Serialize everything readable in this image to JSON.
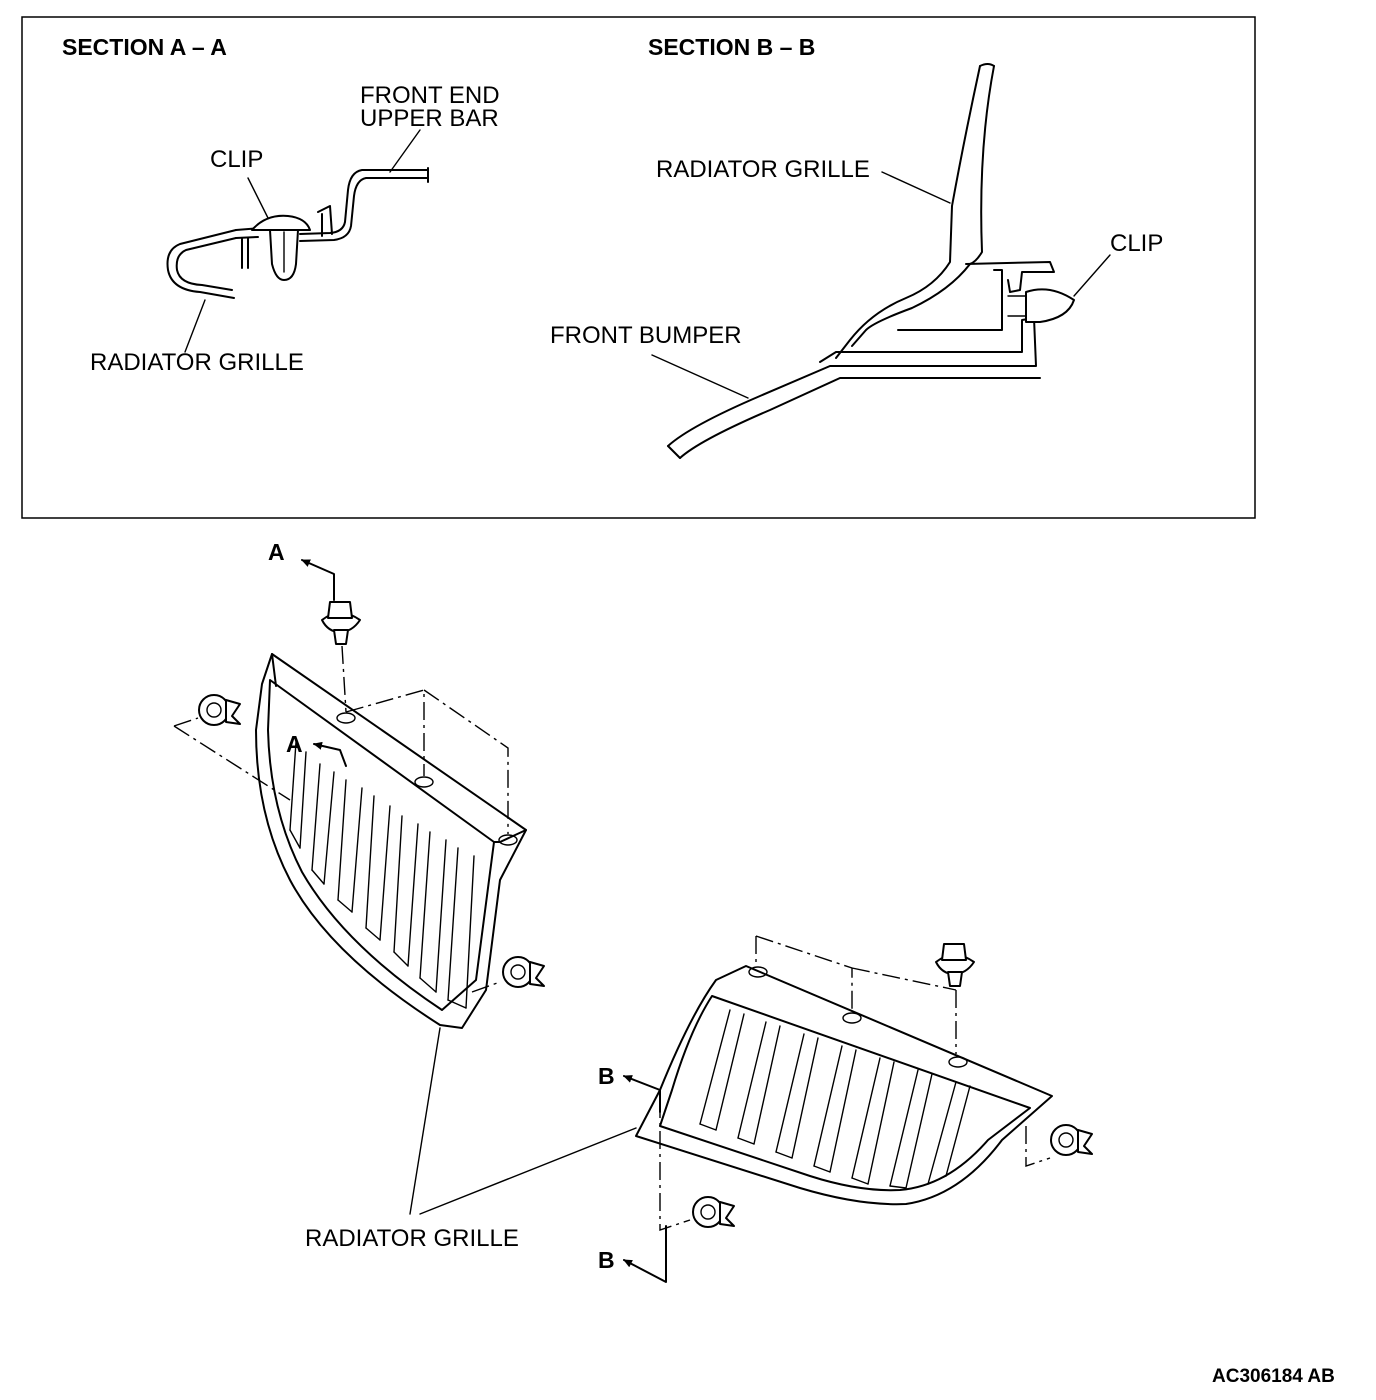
{
  "section_a": {
    "title": "SECTION A – A",
    "labels": {
      "front_end_line1": "FRONT END",
      "front_end_line2": "UPPER BAR",
      "clip": "CLIP",
      "radiator_grille": "RADIATOR GRILLE"
    }
  },
  "section_b": {
    "title": "SECTION B – B",
    "labels": {
      "radiator_grille": "RADIATOR GRILLE",
      "clip": "CLIP",
      "front_bumper": "FRONT BUMPER"
    }
  },
  "main": {
    "marker_a_top": "A",
    "marker_a_grille": "A",
    "marker_b_upper": "B",
    "marker_b_lower": "B",
    "radiator_grille": "RADIATOR GRILLE"
  },
  "figure_id": "AC306184 AB"
}
